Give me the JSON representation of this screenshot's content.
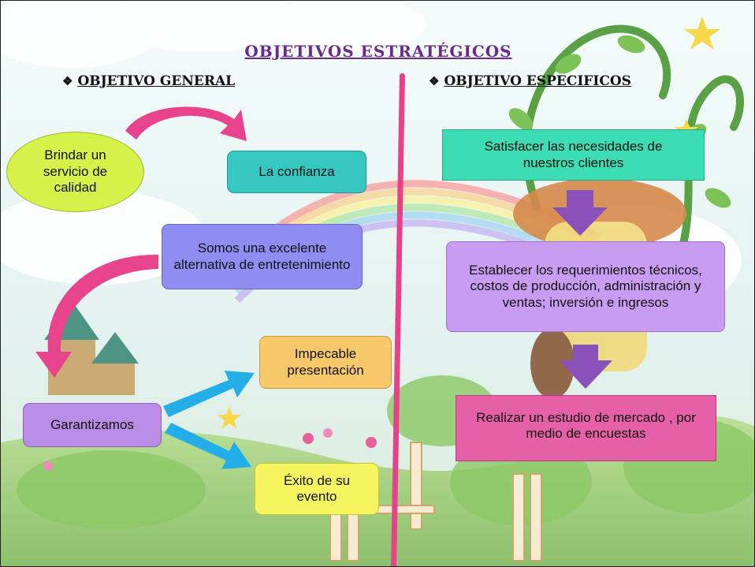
{
  "title": "OBJETIVOS ESTRATÉGICOS",
  "left_heading": "OBJETIVO GENERAL",
  "right_heading": "OBJETIVO ESPECIFICOS",
  "bullet": "❖",
  "left_boxes": {
    "brindar": "Brindar un servicio de calidad",
    "confianza": "La confianza",
    "somos": "Somos una excelente alternativa de entretenimiento",
    "garantizamos": "Garantizamos",
    "impecable": "Impecable presentación",
    "exito": "Éxito de su evento"
  },
  "right_boxes": {
    "satisfacer": "Satisfacer las necesidades de nuestros clientes",
    "establecer": "Establecer los requerimientos técnicos, costos de producción, administración y ventas; inversión e ingresos",
    "realizar": "Realizar un estudio de mercado , por medio de encuestas"
  },
  "colors": {
    "title": "#6a2a8c",
    "brindar": "#d6f24a",
    "confianza": "#34c8c0",
    "somos": "#8f8cf2",
    "garantizamos": "#b98de6",
    "impecable": "#f7c96a",
    "exito": "#f6f560",
    "satisfacer": "#3cdcb4",
    "establecer": "#c89cf0",
    "realizar": "#e660a8",
    "divider": "#e6428a",
    "curved_arrow": "#e8448e",
    "blue_arrow": "#23aee8",
    "purple_arrow": "#8a52b8"
  }
}
